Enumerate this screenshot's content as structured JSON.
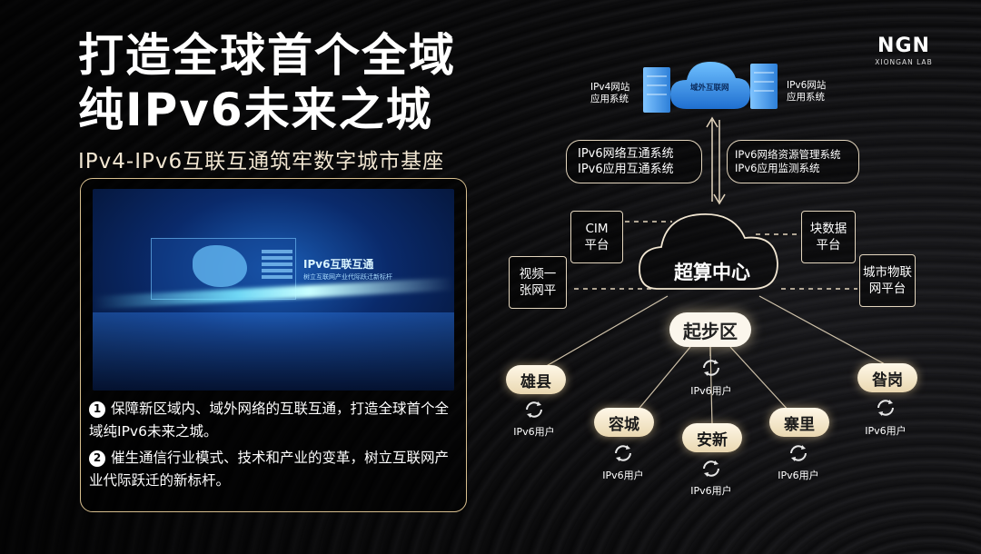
{
  "header": {
    "title_line1": "打造全球首个全域",
    "title_line2": "纯IPv6未来之城",
    "subtitle": "IPv4-IPv6互联互通筑牢数字城市基座"
  },
  "logo": {
    "text": "NGN",
    "sub": "XIONGAN LAB"
  },
  "screen": {
    "title": "IPv6互联互通",
    "sub": "树立互联网产业代际跃迁新标杆"
  },
  "bullets": [
    {
      "num": "1",
      "text": "保障新区域内、域外网络的互联互通，打造全球首个全域纯IPv6未来之城。"
    },
    {
      "num": "2",
      "text": "催生通信行业模式、技术和产业的变革，树立互联网产业代际跃迁的新标杆。"
    }
  ],
  "diagram": {
    "ipv4_site": "IPv4网站\n应用系统",
    "ipv6_site": "IPv6网站\n应用系统",
    "cloud": "域外互联网",
    "left_systems": "IPv6网络互通系统\nIPv6应用互通系统",
    "right_systems": "IPv6网络资源管理系统\nIPv6应用监测系统",
    "cim": "CIM\n平台",
    "blockdata": "块数据\n平台",
    "video": "视频一\n张网平",
    "iot": "城市物联\n网平台",
    "center": "超算中心",
    "start_zone": "起步区",
    "districts": [
      {
        "name": "雄县",
        "user": "IPv6用户"
      },
      {
        "name": "容城",
        "user": "IPv6用户"
      },
      {
        "name": "安新",
        "user": "IPv6用户"
      },
      {
        "name": "寨里",
        "user": "IPv6用户"
      },
      {
        "name": "昝岗",
        "user": "IPv6用户"
      }
    ],
    "start_user": "IPv6用户"
  },
  "colors": {
    "accent_gold": "#d8bf8f",
    "pill_cream": "#fbf6ec"
  }
}
